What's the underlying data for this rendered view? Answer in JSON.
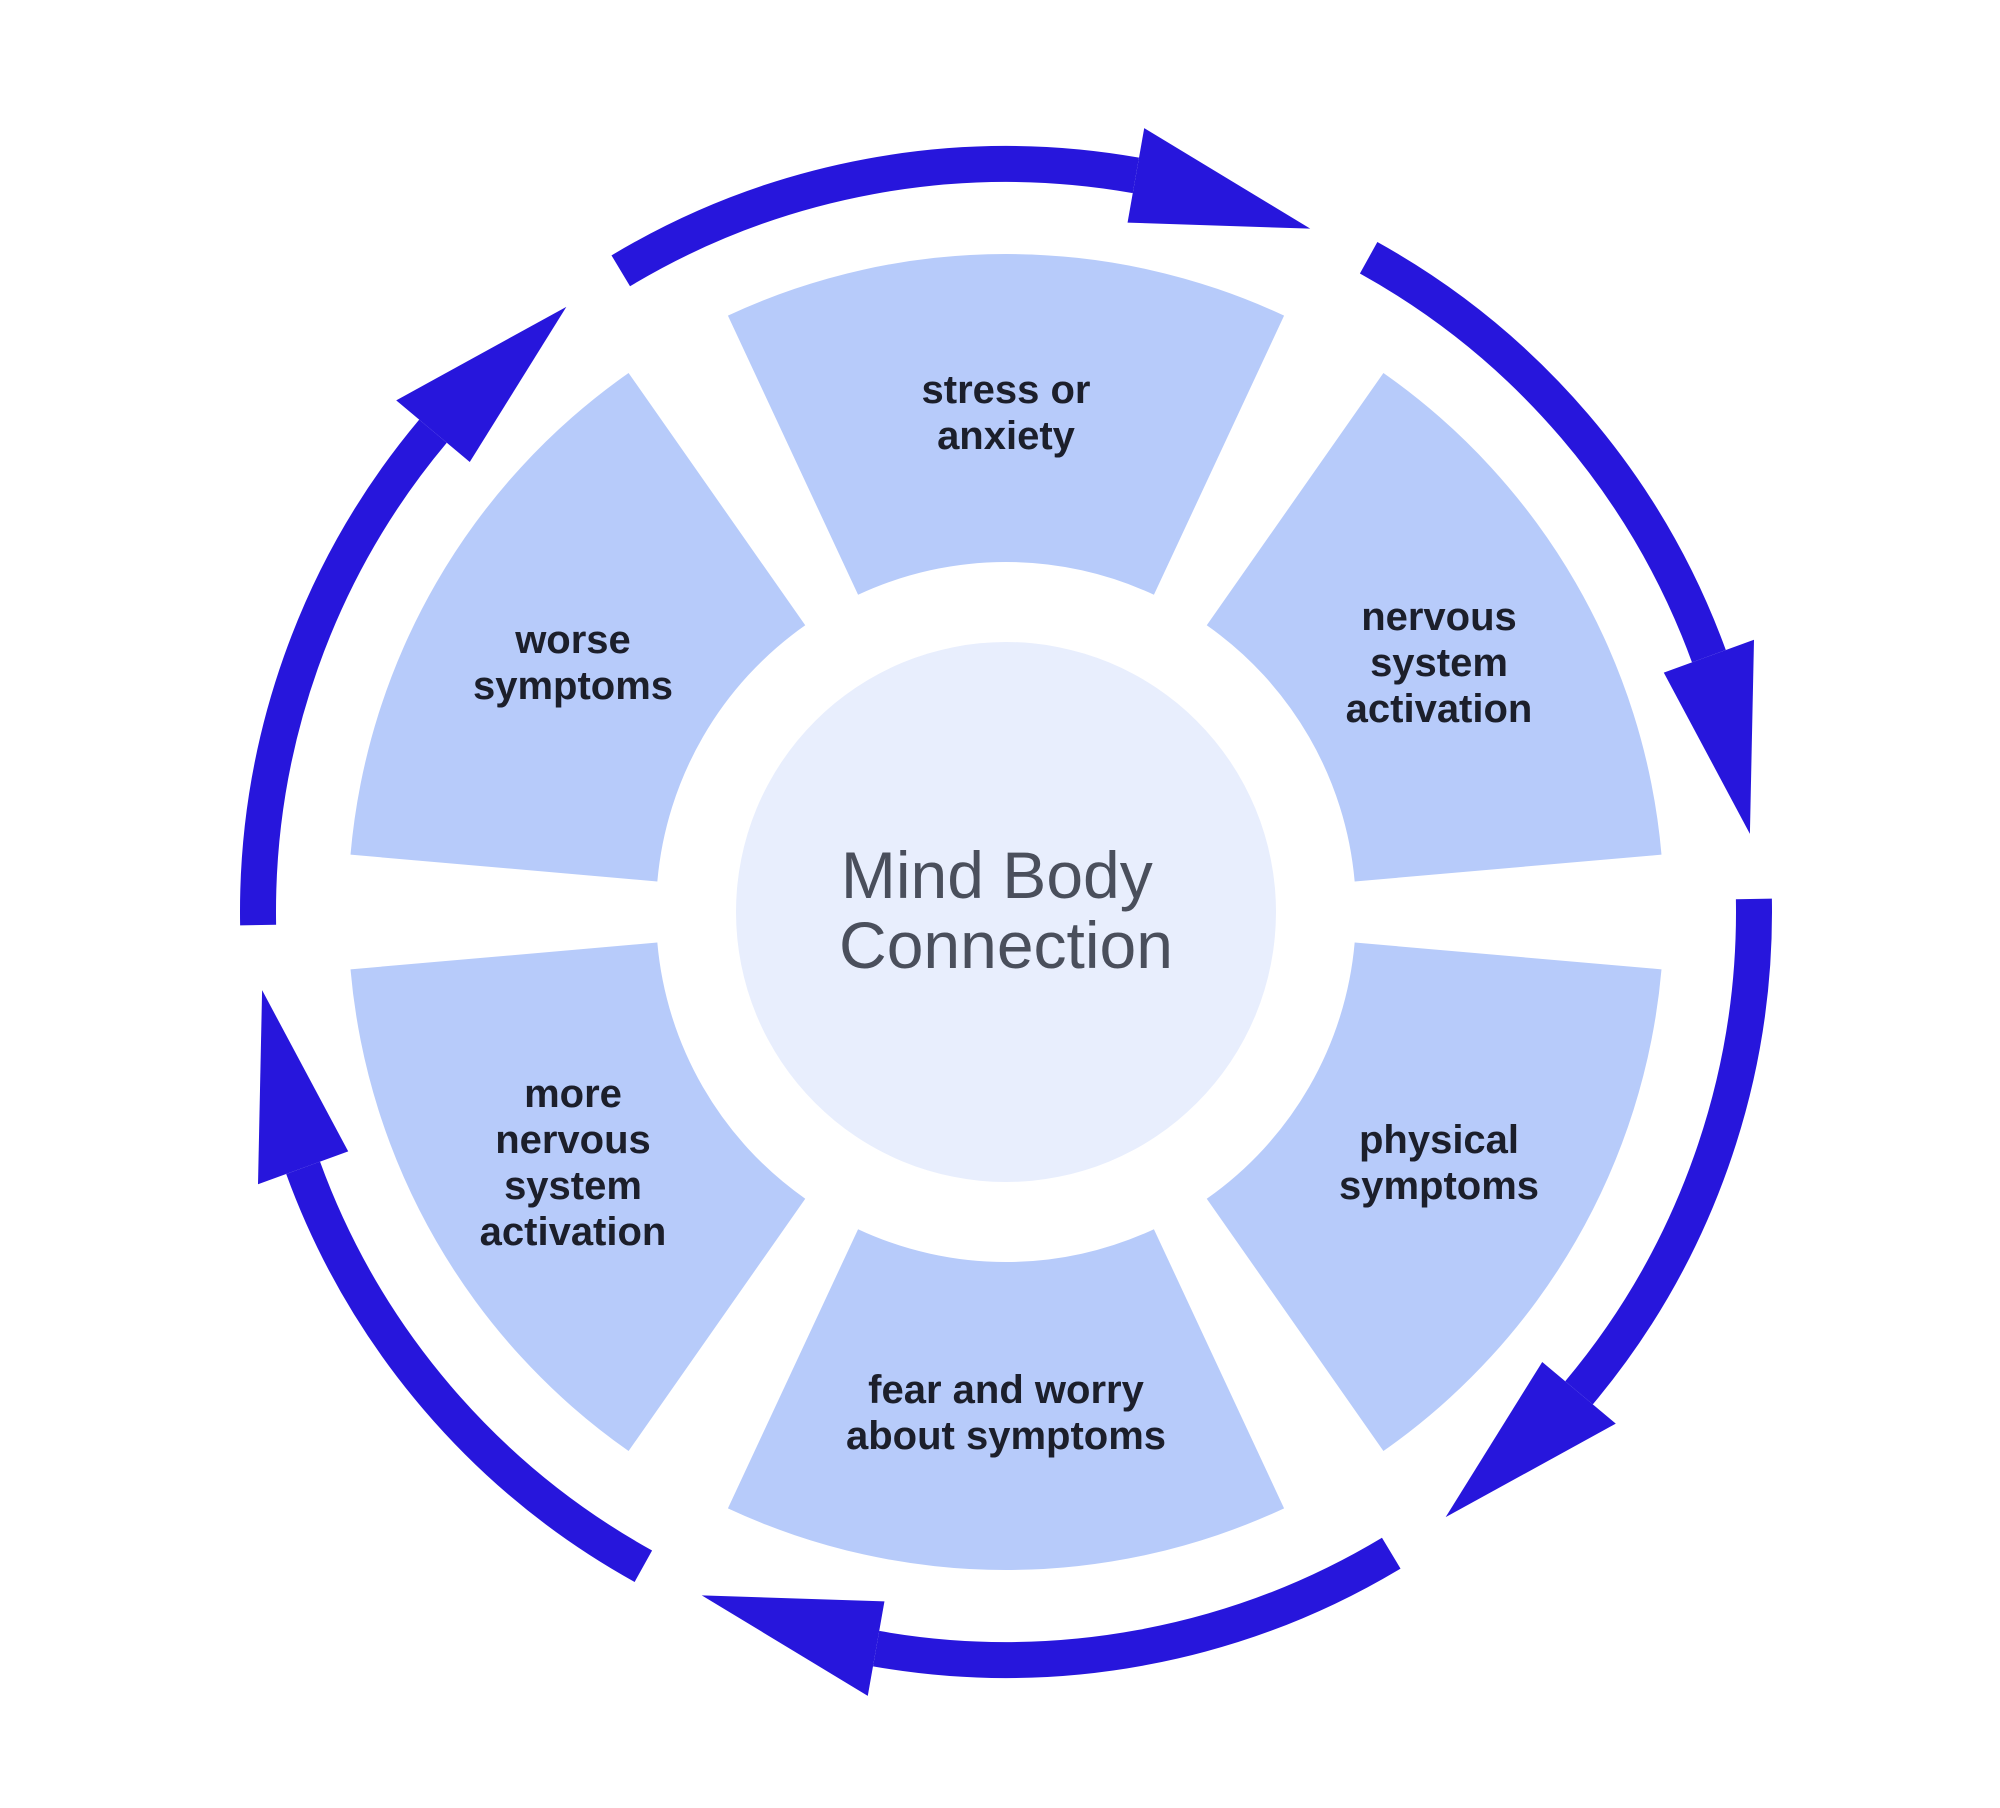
{
  "center": {
    "lines": [
      "Mind Body",
      "Connection"
    ]
  },
  "segments": [
    {
      "lines": [
        "stress or",
        "anxiety"
      ]
    },
    {
      "lines": [
        "nervous",
        "system",
        "activation"
      ]
    },
    {
      "lines": [
        "physical",
        "symptoms"
      ]
    },
    {
      "lines": [
        "fear and worry",
        "about symptoms"
      ]
    },
    {
      "lines": [
        "more",
        "nervous",
        "system",
        "activation"
      ]
    },
    {
      "lines": [
        "worse",
        "symptoms"
      ]
    }
  ],
  "arrows": {
    "count": 6,
    "direction": "clockwise"
  },
  "colors": {
    "segment": "#b7cbfa",
    "center": "#e8eefd",
    "arrow": "#2716dc",
    "segment_text": "#1c1f2b",
    "center_text": "#4a4f5c",
    "background": "#ffffff"
  }
}
